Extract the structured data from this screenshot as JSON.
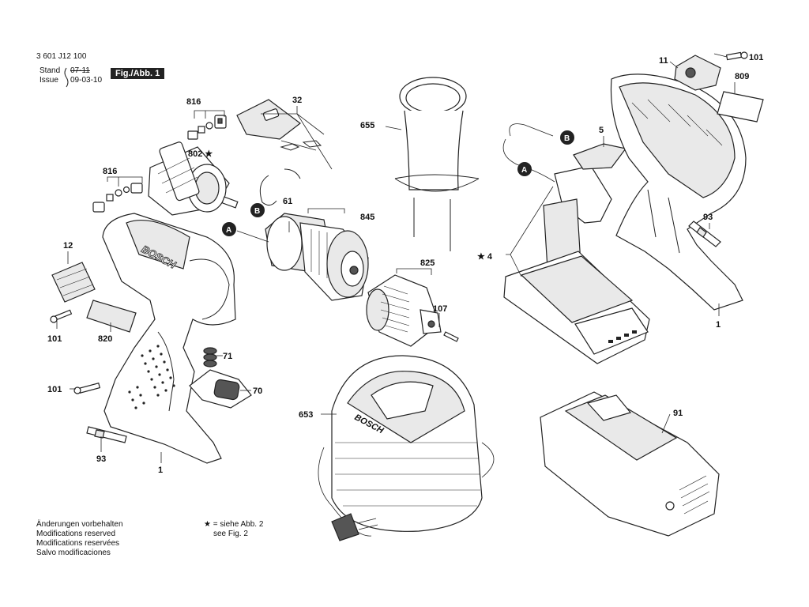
{
  "header": {
    "part_number": "3 601 J12 100",
    "stand_label": "Stand",
    "stand_value": "07-11",
    "issue_label": "Issue",
    "issue_value": "09-03-10",
    "figure_badge": "Fig./Abb. 1"
  },
  "footer": {
    "notes": [
      "Änderungen vorbehalten",
      "Modifications reserved",
      "Modifications reservées",
      "Salvo modificaciones"
    ],
    "star_note_1": "★ = siehe Abb. 2",
    "star_note_2": "see Fig. 2"
  },
  "markers": {
    "a": "A",
    "b": "B"
  },
  "callouts": {
    "c816a": "816",
    "c802": "802 ★",
    "c32": "32",
    "c655": "655",
    "c5": "5",
    "c11": "11",
    "c101a": "101",
    "c809": "809",
    "c816b": "816",
    "c61": "61",
    "c845": "845",
    "c12": "12",
    "c101b": "101",
    "c820": "820",
    "c825": "825",
    "c107": "107",
    "c4": "★ 4",
    "c93a": "93",
    "c1a": "1",
    "c71": "71",
    "c101c": "101",
    "c70": "70",
    "c93b": "93",
    "c1b": "1",
    "c653": "653",
    "c91": "91"
  },
  "logo_text": "BOSCH"
}
